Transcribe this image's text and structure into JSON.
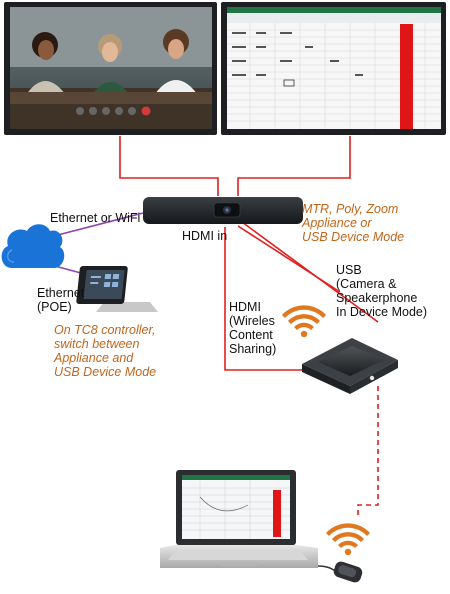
{
  "labels": {
    "ethernet_wifi": "Ethernet or WiFi",
    "hdmi_in": "HDMI in",
    "ethernet_poe": "Ethernet\n(POE)",
    "hdmi_wireless": "HDMI\n(Wireles\nContent\nSharing)",
    "usb": "USB\n(Camera &\nSpeakerphone\nIn Device Mode)",
    "mtr_note": "MTR, Poly, Zoom\nAppliance or\nUSB Device Mode",
    "tc8_note": "On TC8 controller,\nswitch between\nAppliance and\nUSB Device Mode"
  },
  "colors": {
    "cable_red": "#e02020",
    "link_purple": "#8e44ad",
    "note_orange": "#c0651b",
    "wifi_orange": "#e07820",
    "cloud_blue": "#1a73d6"
  },
  "icons": [
    "cloud-icon",
    "wifi-icon",
    "display-icon",
    "video-bar-icon",
    "tablet-controller-icon",
    "wireless-base-icon",
    "laptop-icon",
    "dongle-icon"
  ]
}
